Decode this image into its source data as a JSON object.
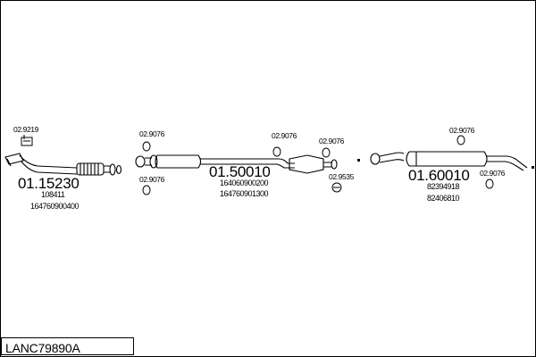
{
  "diagram": {
    "assembly_code": "LANC79890A",
    "components": [
      {
        "part_number": "01.15230",
        "references": [
          "108411",
          "164760900400"
        ],
        "fittings": [
          "02.9219"
        ]
      },
      {
        "part_number": "01.50010",
        "references": [
          "164060900200",
          "164760901300"
        ],
        "fittings": [
          "02.9076",
          "02.9076",
          "02.9076",
          "02.9076",
          "02.9535"
        ]
      },
      {
        "part_number": "01.60010",
        "references": [
          "82394918",
          "82406810"
        ],
        "fittings": [
          "02.9076",
          "02.9076"
        ]
      }
    ]
  }
}
